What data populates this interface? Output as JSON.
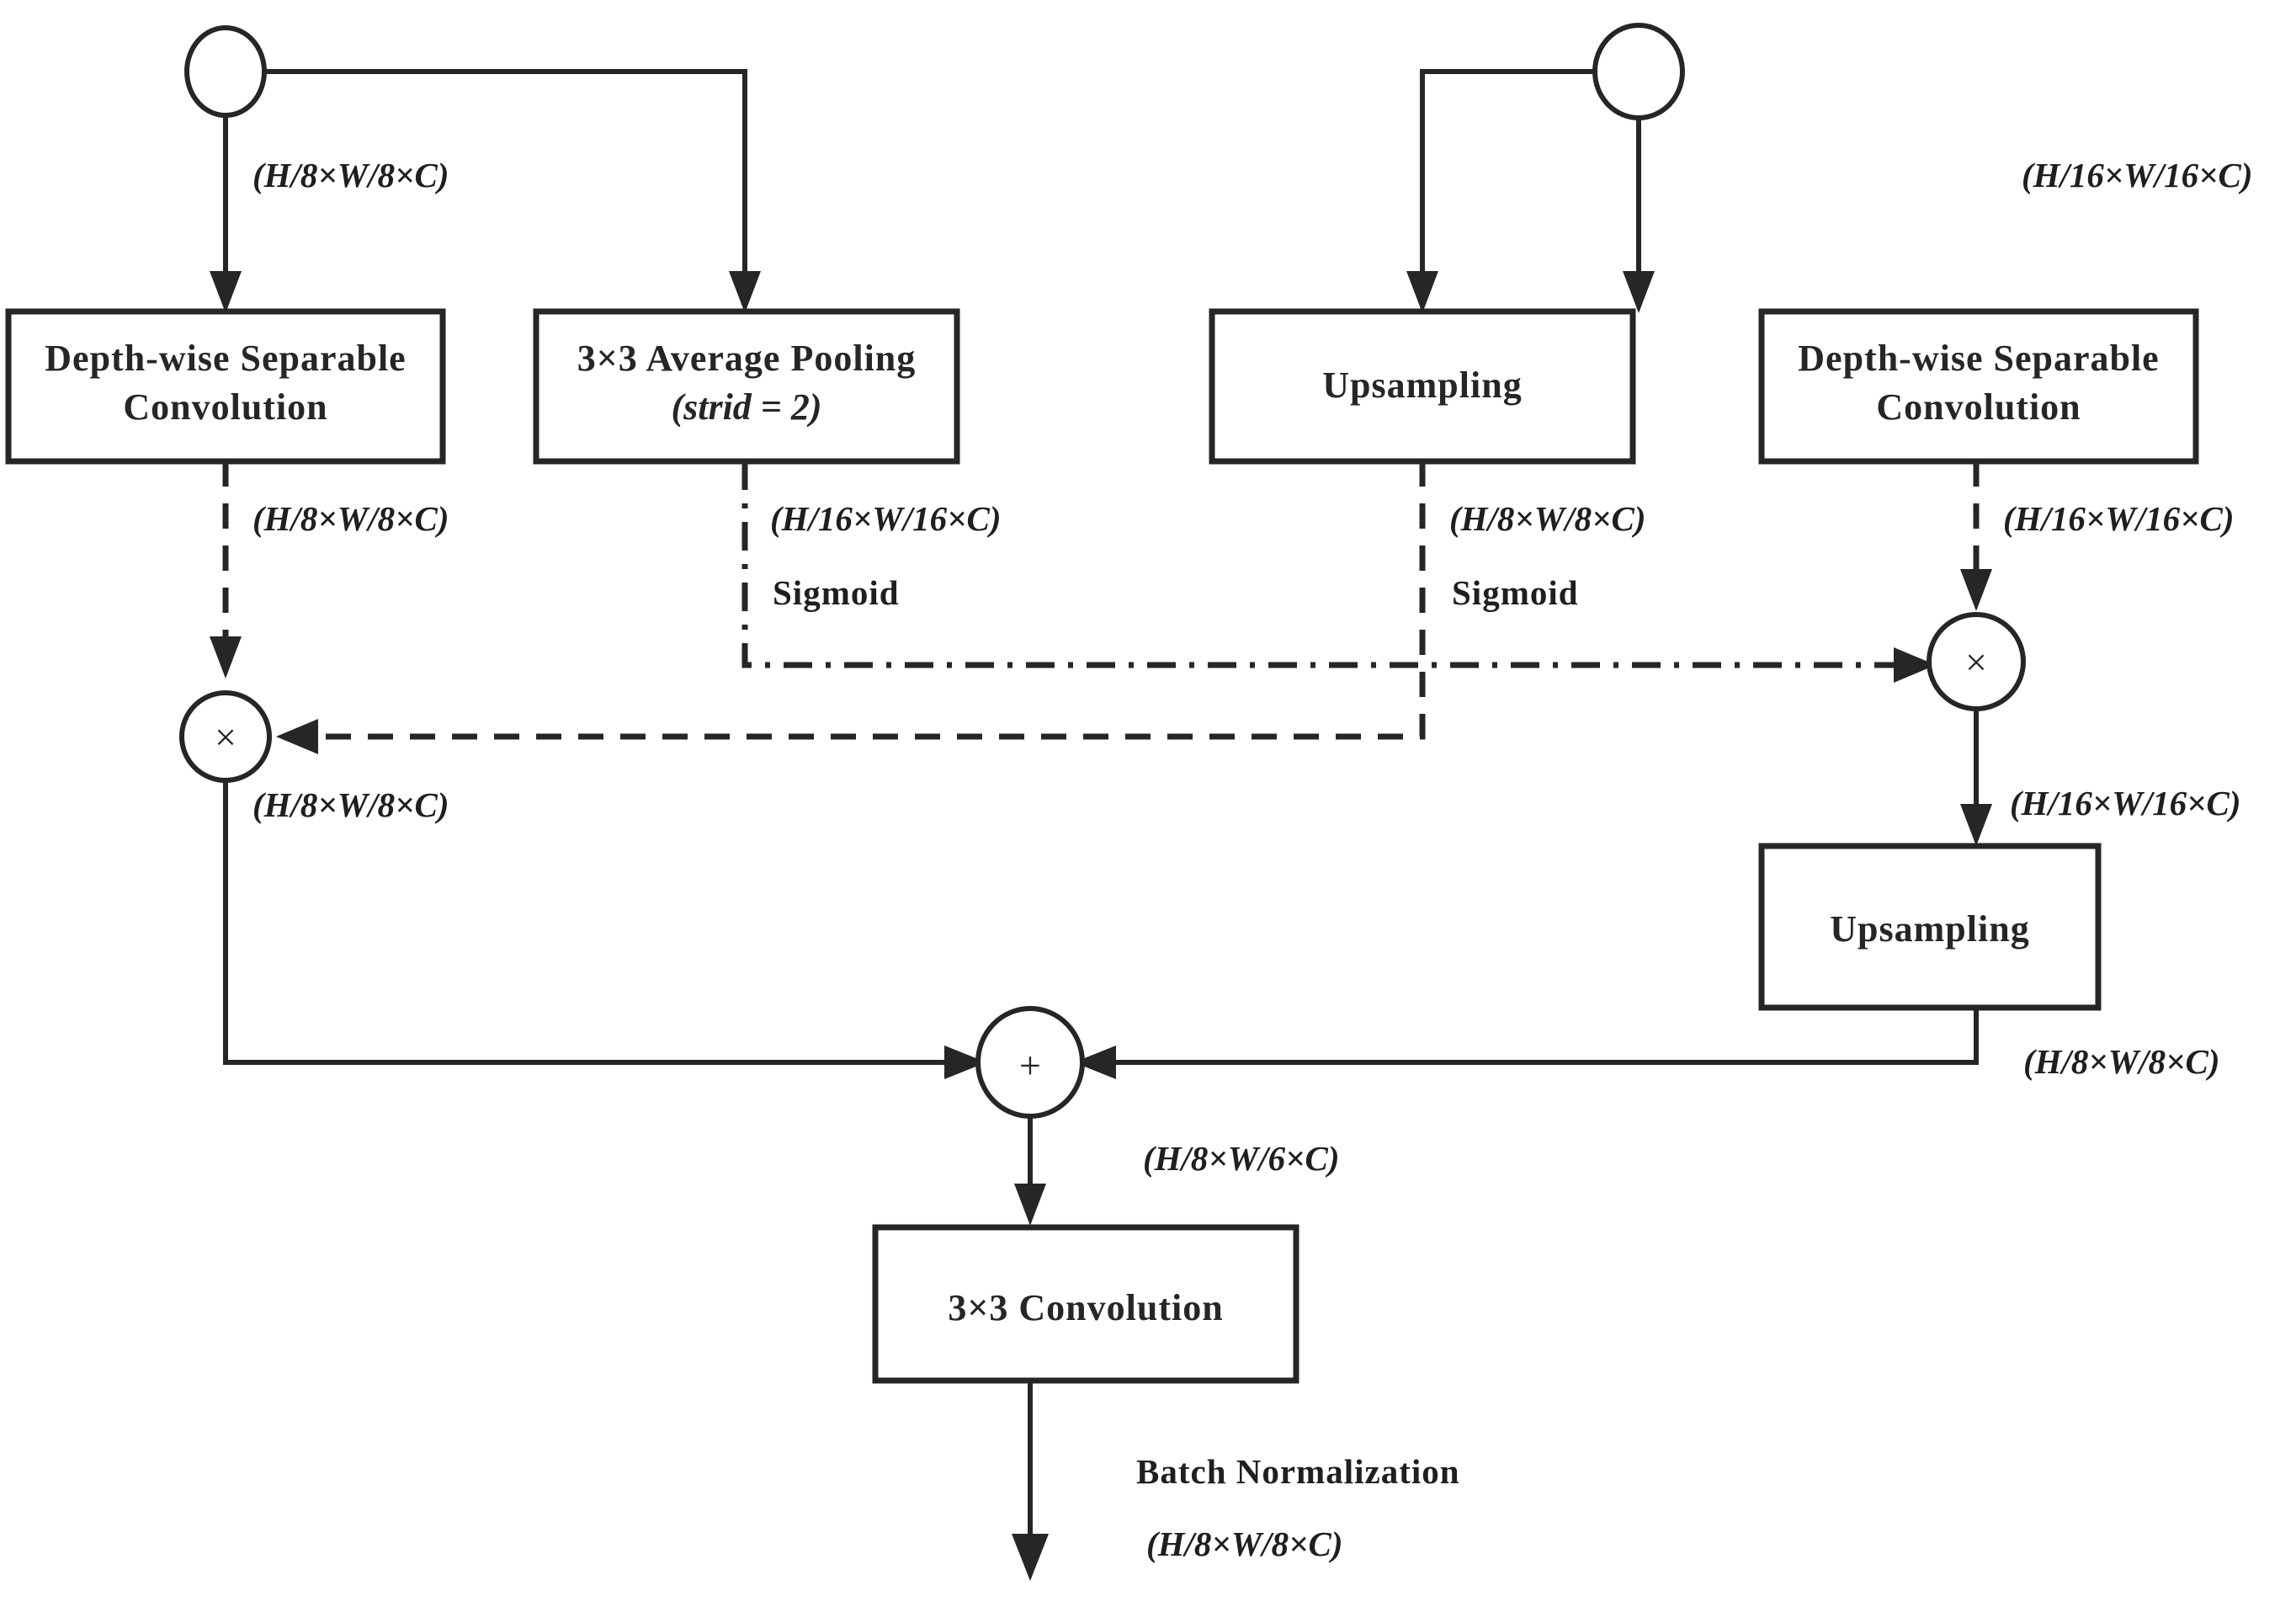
{
  "diagram": {
    "title": "Dual-branch attention fusion module",
    "colors": {
      "stroke": "#262626",
      "background": "#ffffff",
      "text": "#1f1f1f"
    },
    "nodes": {
      "input_left": {
        "id": "circle-input-left",
        "shape": "circle",
        "label": ""
      },
      "input_right": {
        "id": "circle-input-right",
        "shape": "circle",
        "label": ""
      },
      "dwsc_left": {
        "id": "box-dwsc-left",
        "line1": "Depth-wise Separable",
        "line2": "Convolution"
      },
      "avgpool": {
        "id": "box-avgpool",
        "line1": "3×3 Average Pooling",
        "line2": "(strid = 2)"
      },
      "upsample_top": {
        "id": "box-upsampling-top",
        "line1": "Upsampling",
        "line2": ""
      },
      "dwsc_right": {
        "id": "box-dwsc-right",
        "line1": "Depth-wise Separable",
        "line2": "Convolution"
      },
      "upsample_bottom": {
        "id": "box-upsampling-bottom",
        "line1": "Upsampling",
        "line2": ""
      },
      "conv33": {
        "id": "box-conv33",
        "line1": "3×3 Convolution",
        "line2": ""
      },
      "mul_left": {
        "id": "op-multiply-left",
        "glyph": "×"
      },
      "mul_right": {
        "id": "op-multiply-right",
        "glyph": "×"
      },
      "add": {
        "id": "op-add",
        "glyph": "+"
      }
    },
    "edge_labels": {
      "input_left_out": "(H/8×W/8×C)",
      "input_right_out": "(H/16×W/16×C)",
      "dwsc_left_out": "(H/8×W/8×C)",
      "avgpool_out": "(H/16×W/16×C)",
      "avgpool_act": "Sigmoid",
      "upsample_top_out": "(H/8×W/8×C)",
      "upsample_top_act": "Sigmoid",
      "dwsc_right_out": "(H/16×W/16×C)",
      "mul_left_out": "(H/8×W/8×C)",
      "mul_right_out": "(H/16×W/16×C)",
      "upsample_bottom_out": "(H/8×W/8×C)",
      "add_out": "(H/8×W/6×C)",
      "conv33_act": "Batch Normalization",
      "conv33_out": "(H/8×W/8×C)"
    }
  }
}
